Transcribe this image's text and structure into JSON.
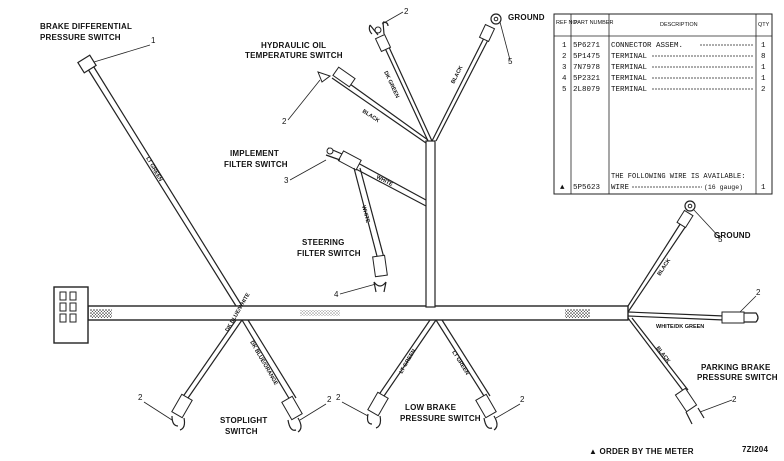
{
  "labels": {
    "brake_diff_1": "BRAKE DIFFERENTIAL",
    "brake_diff_2": "PRESSURE SWITCH",
    "hyd_oil_1": "HYDRAULIC OIL",
    "hyd_oil_2": "TEMPERATURE SWITCH",
    "ground_top": "GROUND",
    "implement_1": "IMPLEMENT",
    "implement_2": "FILTER SWITCH",
    "steering_1": "STEERING",
    "steering_2": "FILTER SWITCH",
    "ground_right": "GROUND",
    "parking_1": "PARKING BRAKE",
    "parking_2": "PRESSURE SWITCH",
    "stoplight_1": "STOPLIGHT",
    "stoplight_2": "SWITCH",
    "lowbrake_1": "LOW BRAKE",
    "lowbrake_2": "PRESSURE SWITCH",
    "order_note": "▲ ORDER BY THE METER",
    "drawing_no": "7ZI204"
  },
  "wire_labels": {
    "lt_green_long": "LT GREEN",
    "dk_green": "DK GREEN",
    "black_ground": "BLACK",
    "black_hyd": "BLACK",
    "white_impl": "WHITE",
    "white_steer": "WHITE",
    "black_right_up": "BLACK",
    "white_dk_green": "WHITE/DK GREEN",
    "black_right_down": "BLACK",
    "dk_blue_white": "DK BLUE/WHITE",
    "dk_blue_orange": "DK BLUE/ORANGE",
    "lt_green_a": "LT GREEN",
    "lt_green_b": "LT GREEN"
  },
  "callouts": {
    "c1": "1",
    "c2a": "2",
    "c2b": "2",
    "c3": "3",
    "c5a": "5",
    "c4": "4",
    "c5b": "5",
    "c2c": "2",
    "c2d": "2",
    "c2e": "2",
    "c2f": "2",
    "c2g": "2",
    "c2h": "2"
  },
  "table": {
    "headers": [
      "REF NO.",
      "PART NUMBER",
      "DESCRIPTION",
      "QTY"
    ],
    "rows": [
      {
        "ref": "1",
        "part": "5P6271",
        "desc": "CONNECTOR ASSEM.",
        "qty": "1"
      },
      {
        "ref": "2",
        "part": "5P1475",
        "desc": "TERMINAL",
        "qty": "8"
      },
      {
        "ref": "3",
        "part": "7N7978",
        "desc": "TERMINAL",
        "qty": "1"
      },
      {
        "ref": "4",
        "part": "5P2321",
        "desc": "TERMINAL",
        "qty": "1"
      },
      {
        "ref": "5",
        "part": "2L8079",
        "desc": "TERMINAL",
        "qty": "2"
      }
    ],
    "note": "THE FOLLOWING WIRE IS AVAILABLE:",
    "wire_row": {
      "ref": "▲",
      "part": "5P5623",
      "desc": "WIRE",
      "gauge": "(16 gauge)",
      "qty": "1"
    }
  }
}
